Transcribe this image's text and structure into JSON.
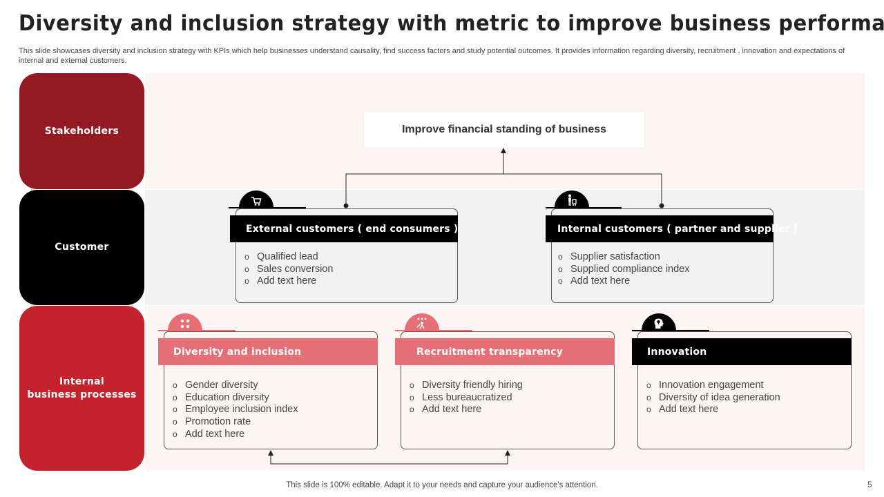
{
  "title": "Diversity and inclusion strategy with metric to improve business performance",
  "subtitle": "This slide showcases diversity and inclusion strategy with KPIs which help businesses understand causality, find success factors and study potential outcomes. It provides information regarding diversity, recruitment , innovation and expectations of internal and external customers.",
  "rows": {
    "stakeholders": "Stakeholders",
    "customer": "Customer",
    "internal_line1": "Internal",
    "internal_line2": "business processes"
  },
  "goal": "Improve financial standing of business",
  "external": {
    "title": "External customers ( end consumers )",
    "items": [
      "Qualified lead",
      "Sales conversion",
      "Add text here"
    ]
  },
  "internal": {
    "title": "Internal customers ( partner and supplier )",
    "items": [
      "Supplier satisfaction",
      "Supplied compliance index",
      "Add text here"
    ]
  },
  "diversity": {
    "title": "Diversity and inclusion",
    "items": [
      "Gender diversity",
      "Education diversity",
      "Employee inclusion index",
      "Promotion rate",
      "Add text here"
    ]
  },
  "recruitment": {
    "title": "Recruitment transparency",
    "items": [
      "Diversity friendly hiring",
      "Less bureaucratized",
      "Add text here"
    ]
  },
  "innovation": {
    "title": "Innovation",
    "items": [
      "Innovation engagement",
      "Diversity of idea generation",
      "Add text here"
    ]
  },
  "icons": {
    "external": "shopping-cart-icon",
    "internal": "person-with-trolley-icon",
    "diversity": "diverse-people-icon",
    "recruitment": "recruitment-icon",
    "innovation": "head-with-lightbulb-icon"
  },
  "colors": {
    "dark_red": "#931a22",
    "red": "#c4222c",
    "pink": "#e56f76",
    "black": "#000000",
    "light_pink_bg": "#fdf4f4",
    "light_gray_bg": "#f2f2f2"
  },
  "footer": "This slide is 100% editable. Adapt it to your needs and capture your audience's attention.",
  "page_number": "5"
}
